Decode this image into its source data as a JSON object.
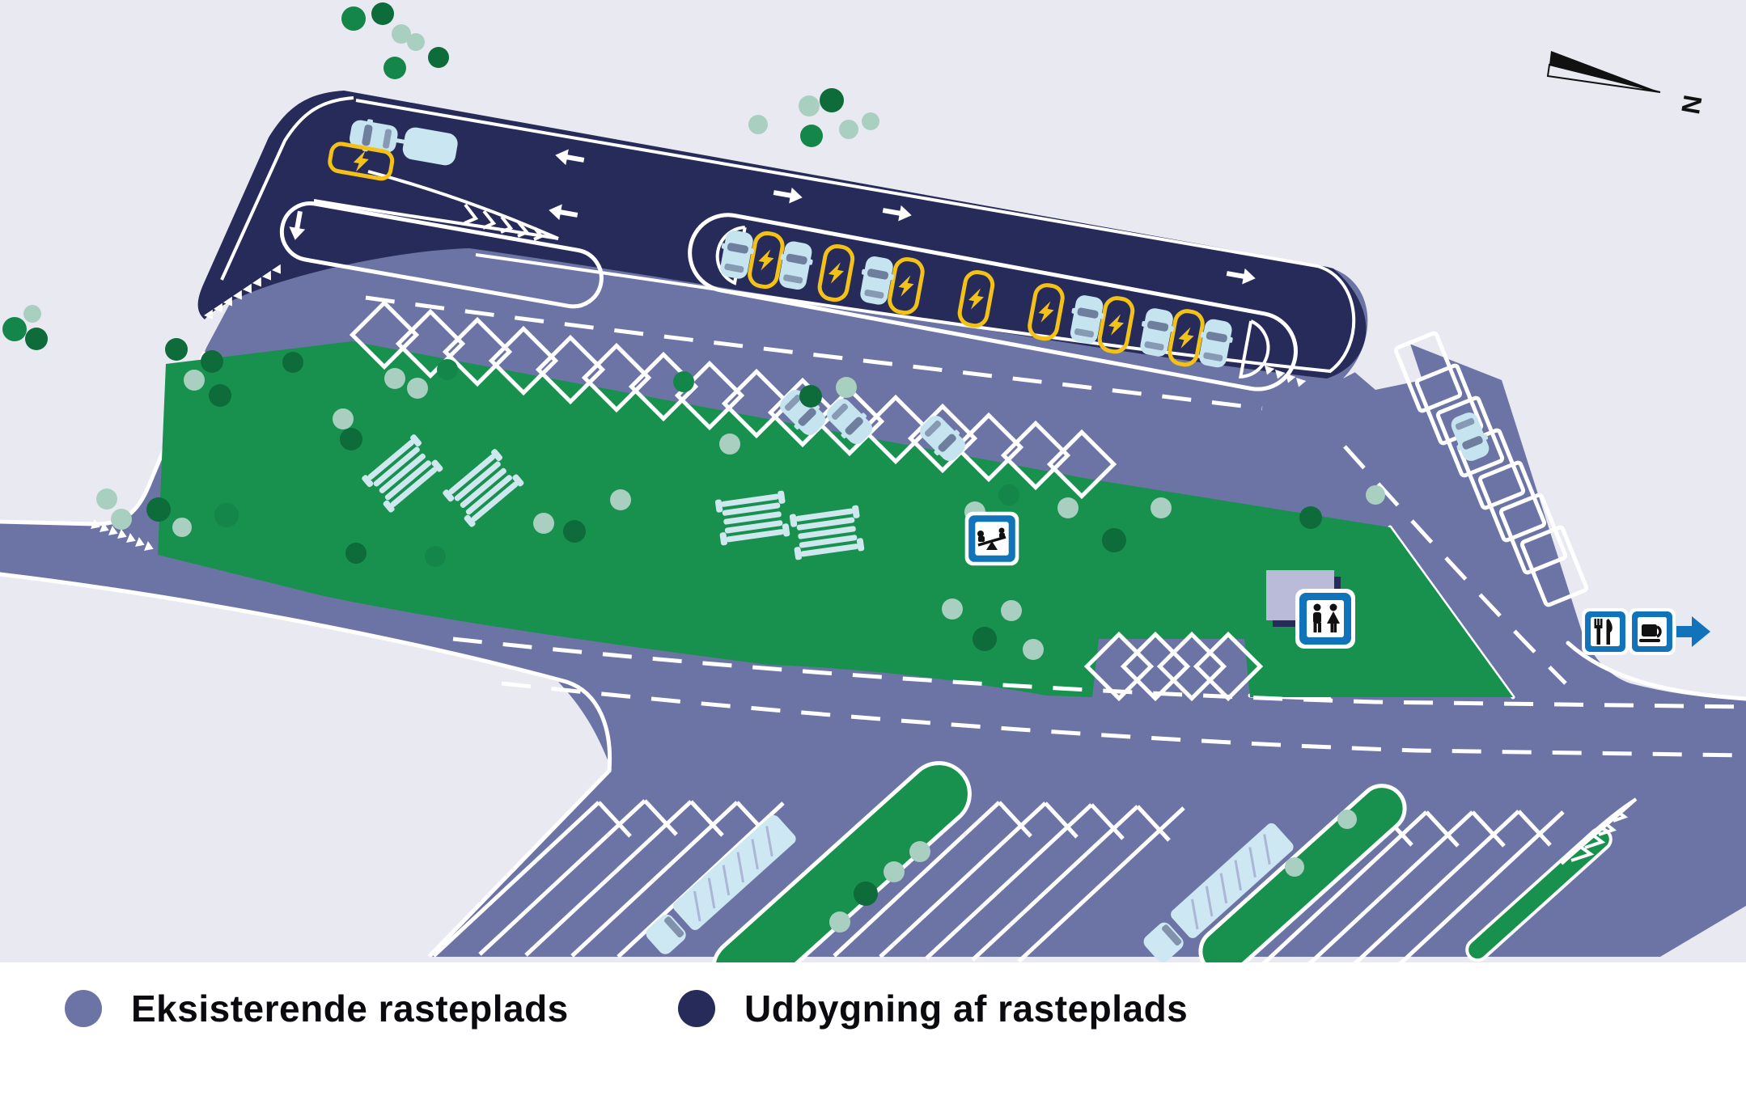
{
  "legend": {
    "items": [
      {
        "label": "Eksisterende rasteplads",
        "color": "#6C74A5"
      },
      {
        "label": "Udbygning af rasteplads",
        "color": "#272B59"
      }
    ]
  },
  "compass": {
    "label": "N"
  },
  "icons": {
    "playground": "seesaw-sign",
    "toilet": "man-woman-sign",
    "restaurant": "fork-knife-sign",
    "cafe": "coffee-cup-sign",
    "exit": "arrow-right",
    "charging": "lightning-bolt",
    "north": "compass-arrow"
  },
  "colors": {
    "background": "#E9EAF1",
    "existing_area": "#6C74A5",
    "expansion_area": "#272B59",
    "grass": "#18914F",
    "tree_dark": "#0E6B3A",
    "tree_light": "#A9CFC0",
    "vehicle": "#C6E4EF",
    "charging_yellow": "#F3C117",
    "sign_blue": "#1173B9",
    "road_marking": "#FFFFFF"
  }
}
